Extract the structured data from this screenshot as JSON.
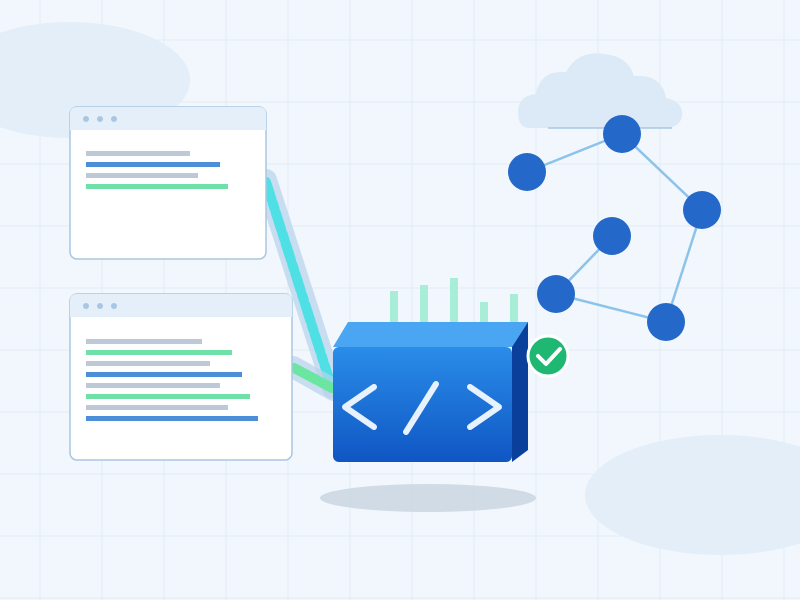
{
  "colors": {
    "background": "#f1f7fc",
    "grid": "#e1ecf6",
    "blob": "#e3eef8",
    "cloud": "#dbeaf6",
    "window_border": "#a9c7e2",
    "window_header": "#e4effa",
    "window_body": "#ffffff",
    "line_gray": "#bdc9d6",
    "line_blue": "#4a8fd8",
    "line_green": "#6fe0a8",
    "beam_cyan": "#4fe0e6",
    "beam_green": "#6ae6a0",
    "beam_glow": "#b8d3ec",
    "node_blue": "#2468c9",
    "node_link": "#8cc3ea",
    "cube_front_top": "#2a8de8",
    "cube_front_bottom": "#0f56c4",
    "cube_top": "#4aa5f2",
    "cube_side": "#0a3f9c",
    "code_symbol": "#e8f2ff",
    "bars": "#a8edd6",
    "shadow": "#c8d3df",
    "check_badge": "#1fb873",
    "check_mark": "#ffffff"
  },
  "icons": {
    "code_block": "code-brackets-icon",
    "check_badge": "checkmark-icon",
    "cloud": "cloud-icon",
    "network": "network-graph-icon"
  },
  "windows": [
    {
      "name": "browser-window-top",
      "lines": [
        "gray",
        "blue",
        "gray",
        "green"
      ]
    },
    {
      "name": "browser-window-bottom",
      "lines": [
        "gray",
        "green",
        "gray",
        "blue",
        "gray",
        "green",
        "gray",
        "blue"
      ]
    }
  ],
  "network_graph": {
    "links": [
      [
        0,
        1
      ],
      [
        1,
        2
      ],
      [
        2,
        5
      ],
      [
        5,
        4
      ],
      [
        4,
        3
      ]
    ]
  }
}
